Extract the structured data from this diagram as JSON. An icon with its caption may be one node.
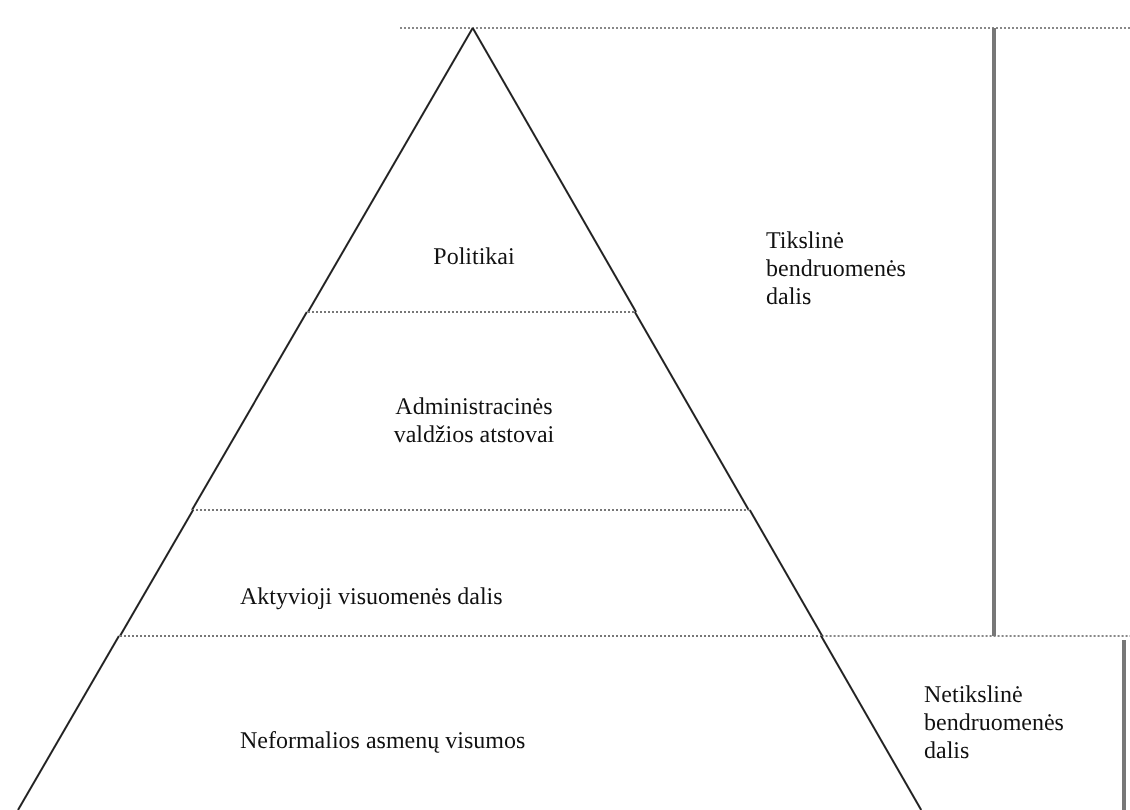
{
  "diagram": {
    "nodes": [
      {
        "text": [
          "Politikai"
        ]
      },
      {
        "text": [
          "Administracinės valdžios atstovai"
        ]
      },
      {
        "text": [
          "Aktyvioji visuomenės dalis"
        ]
      },
      {
        "text": [
          "Neformalios asmenų visumos"
        ]
      }
    ],
    "edges": [],
    "labels": [
      "Tikslinė bendruomenės dalis",
      "Netikslinė bendruomenės dalis"
    ]
  }
}
